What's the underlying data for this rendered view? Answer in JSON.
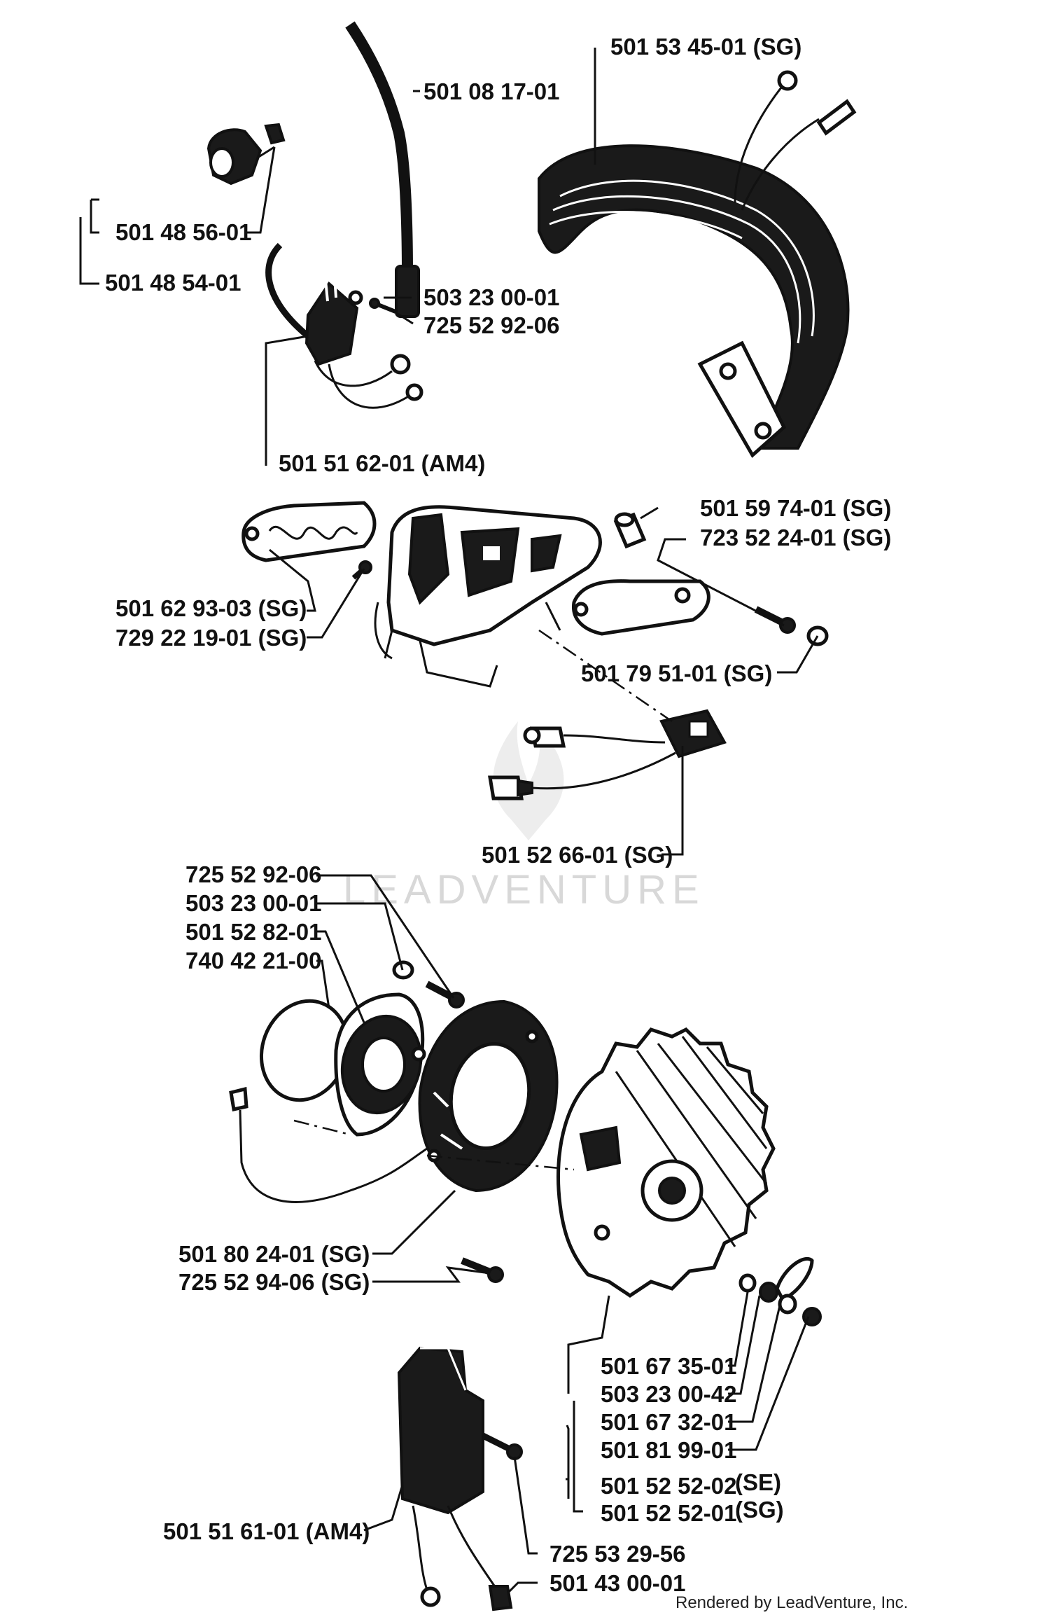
{
  "diagram": {
    "labels": {
      "p501081701": "501 08 17-01",
      "p501534501": "501 53 45-01  (SG)",
      "p501485601": "501 48 56-01",
      "p501485401": "501 48 54-01",
      "p503230001_top": "503 23  00-01",
      "p725529206_top": "725 52 92-06",
      "p501516201": "501 51 62-01  (AM4)",
      "p501597401": "501 59 74-01  (SG)",
      "p723522401": "723 52 24-01  (SG)",
      "p501629303": "501 62 93-03 (SG)",
      "p729221901": "729 22 19-01 (SG)",
      "p501795101": "501 79 51-01 (SG)",
      "p501526601": "501 52 66-01 (SG)",
      "p725529206": "725 52 92-06",
      "p503230001": "503 23 00-01",
      "p501528201": "501 52 82-01",
      "p740422100": "740 42 21-00",
      "p501802401": "501 80 24-01 (SG)",
      "p725529406": "725 52 94-06 (SG)",
      "p501673501": "501 67 35-01",
      "p503230042": "503 23 00-42",
      "p501673201": "501 67 32-01",
      "p501819901": "501 81 99-01",
      "p501525202": "501 52 52-02",
      "p501525202_suffix": "(SE)",
      "p501525201": "501 52 52-01",
      "p501525201_suffix": "(SG)",
      "p501516101": "501 51 61-01 (AM4)",
      "p725532956": "725 53 29-56",
      "p501430001": "501 43 00-01"
    },
    "watermark": "LEADVENTURE",
    "credit": "Rendered by LeadVenture, Inc."
  }
}
